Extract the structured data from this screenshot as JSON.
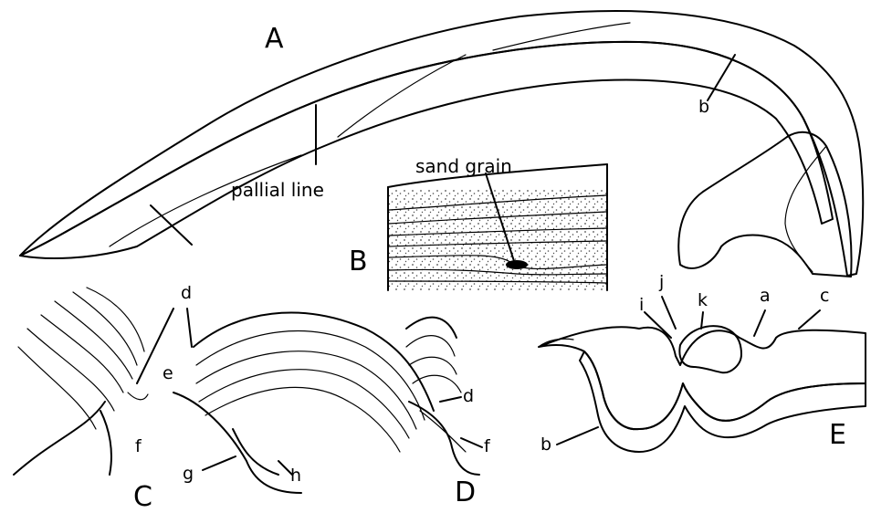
{
  "panels": {
    "A": {
      "letter": "A",
      "labels": {
        "pallial_line": "pallial line",
        "b": "b"
      }
    },
    "B": {
      "letter": "B",
      "labels": {
        "sand_grain": "sand grain"
      }
    },
    "C": {
      "letter": "C",
      "labels": {
        "d": "d",
        "e": "e",
        "f": "f",
        "g": "g",
        "h": "h"
      }
    },
    "D": {
      "letter": "D",
      "labels": {
        "d": "d",
        "f": "f"
      }
    },
    "E": {
      "letter": "E",
      "labels": {
        "a": "a",
        "b": "b",
        "c": "c",
        "i": "i",
        "j": "j",
        "k": "k"
      }
    }
  },
  "colors": {
    "ink": "#000000",
    "paper": "#ffffff"
  }
}
